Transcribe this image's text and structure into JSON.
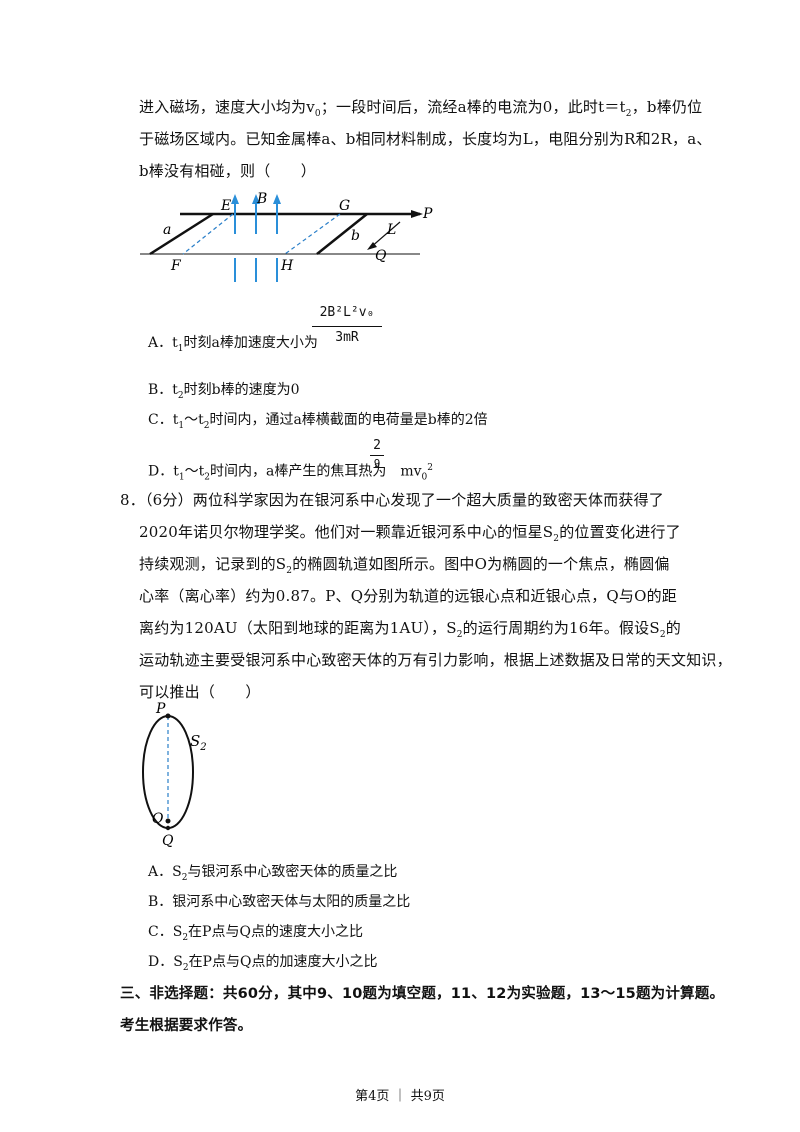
{
  "intro": {
    "line1": "进入磁场，速度大小均为v",
    "line1_sub": "0",
    "line1_b": "；一段时间后，流经a棒的电流为0，此时t＝t",
    "line1_sub2": "2",
    "line1_c": "，b棒仍位",
    "line2": "于磁场区域内。已知金属棒a、b相同材料制成，长度均为L，电阻分别为R和2R，a、",
    "line3": "b棒没有相碰，则（　　）"
  },
  "fig1": {
    "labels": {
      "a": "a",
      "E": "E",
      "B": "B",
      "G": "G",
      "P": "P",
      "b": "b",
      "L": "L",
      "F": "F",
      "H": "H",
      "Q": "Q"
    }
  },
  "q7": {
    "A": {
      "prefix": "A．t",
      "sub": "1",
      "text": "时刻a棒加速度大小为",
      "num": "2B²L²v₀",
      "den": "3mR"
    },
    "B": {
      "prefix": "B．t",
      "sub": "2",
      "text": "时刻b棒的速度为0"
    },
    "C": {
      "prefix": "C．t",
      "sub1": "1",
      "mid": "～t",
      "sub2": "2",
      "text": "时间内，通过a棒横截面的电荷量是b棒的2倍"
    },
    "D": {
      "prefix": "D．t",
      "sub1": "1",
      "mid": "～t",
      "sub2": "2",
      "text": "时间内，a棒产生的焦耳热为",
      "num": "2",
      "den": "9",
      "tail": "mv",
      "tail_sub": "0",
      "tail_sup": "2"
    }
  },
  "q8": {
    "l1": "8．（6分）两位科学家因为在银河系中心发现了一个超大质量的致密天体而获得了",
    "l2a": "2020年诺贝尔物理学奖。他们对一颗靠近银河系中心的恒星S",
    "l2sub": "2",
    "l2b": "的位置变化进行了",
    "l3a": "持续观测，记录到的S",
    "l3sub": "2",
    "l3b": "的椭圆轨道如图所示。图中O为椭圆的一个焦点，椭圆偏",
    "l4": "心率（离心率）约为0.87。P、Q分别为轨道的远银心点和近银心点，Q与O的距",
    "l5a": "离约为120AU（太阳到地球的距离为1AU），S",
    "l5sub": "2",
    "l5b": "的运行周期约为16年。假设S",
    "l5sub2": "2",
    "l5c": "的",
    "l6": "运动轨迹主要受银河系中心致密天体的万有引力影响，根据上述数据及日常的天文知识，",
    "l7": "可以推出（　　）"
  },
  "fig2": {
    "labels": {
      "P": "P",
      "S": "S",
      "S_sub": "2",
      "O": "O",
      "Q": "Q"
    }
  },
  "q8opts": {
    "A": {
      "pre": "A．S",
      "sub": "2",
      "text": "与银河系中心致密天体的质量之比"
    },
    "B": {
      "text": "B．银河系中心致密天体与太阳的质量之比"
    },
    "C": {
      "pre": "C．S",
      "sub": "2",
      "text": "在P点与Q点的速度大小之比"
    },
    "D": {
      "pre": "D．S",
      "sub": "2",
      "text": "在P点与Q点的加速度大小之比"
    }
  },
  "section3": {
    "l1": "三、非选择题：共60分，其中9、10题为填空题，11、12为实验题，13～15题为计算题。",
    "l2": "考生根据要求作答。"
  },
  "footer": "第4页 ｜ 共9页"
}
